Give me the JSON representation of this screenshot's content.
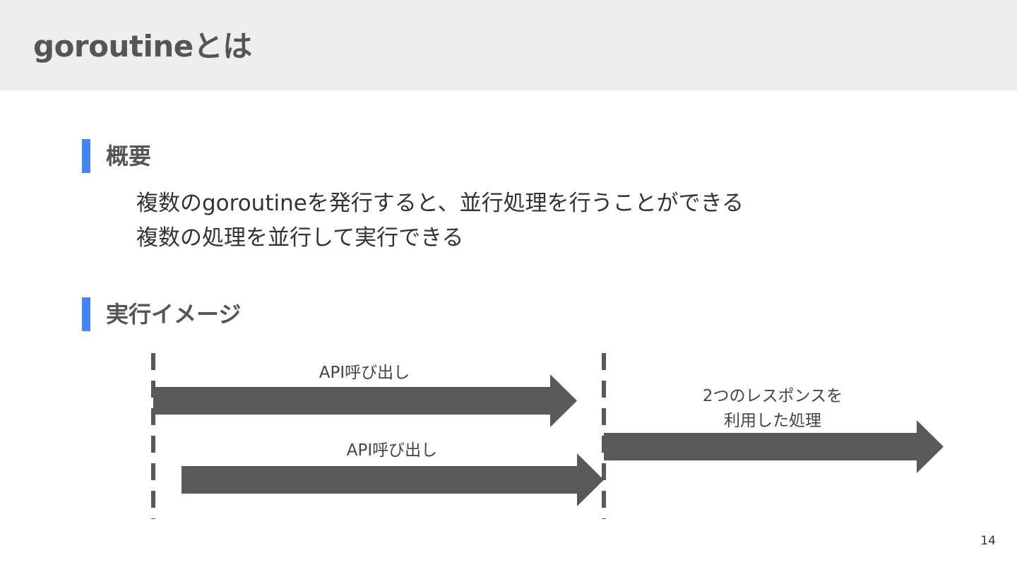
{
  "slide": {
    "title": "goroutineとは",
    "page_number": "14"
  },
  "overview": {
    "heading": "概要",
    "lines": [
      "複数のgoroutineを発行すると、並行処理を行うことができる",
      "複数の処理を並行して実行できる"
    ]
  },
  "execution": {
    "heading": "実行イメージ",
    "diagram": {
      "call_label_1": "API呼び出し",
      "call_label_2": "API呼び出し",
      "result_label_line1": "2つのレスポンスを",
      "result_label_line2": "利用した処理"
    }
  },
  "colors": {
    "accent": "#4285f4",
    "arrow": "#595959",
    "header_bg": "#eeeeee"
  }
}
